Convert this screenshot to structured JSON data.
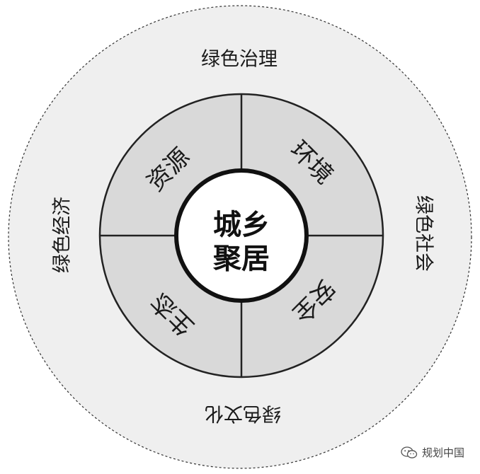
{
  "center": {
    "line1": "城乡",
    "line2": "聚居"
  },
  "segments": {
    "top_left": "资源",
    "top_right": "环境",
    "bottom_left": "生态",
    "bottom_right": "安全"
  },
  "outer": {
    "top": "绿色治理",
    "right": "绿色社会",
    "bottom": "绿色文化",
    "left": "绿色经济"
  },
  "watermark": {
    "text": "规划中国",
    "icon": "wechat-icon"
  },
  "colors": {
    "outer_fill": "#efefef",
    "segment_fill": "#d9d9d9",
    "center_fill": "#ffffff",
    "line": "#222222"
  }
}
